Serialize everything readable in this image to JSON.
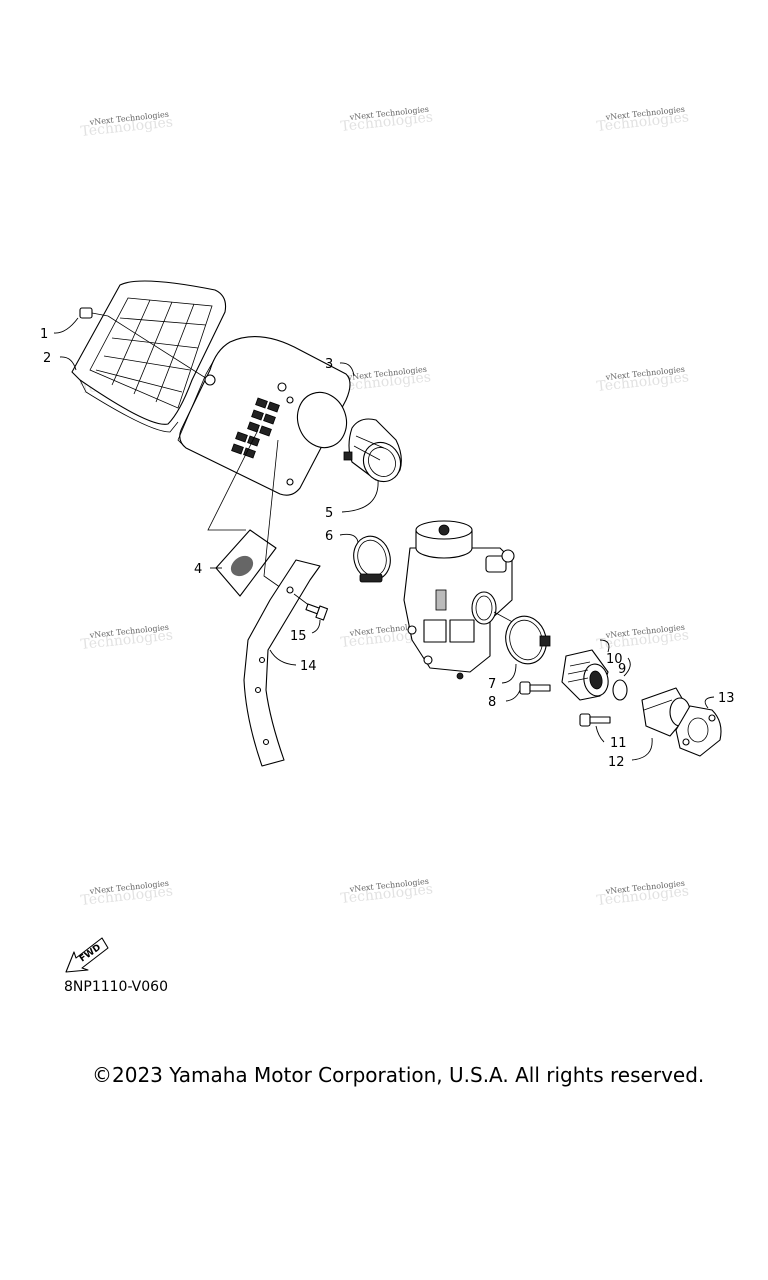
{
  "diagram": {
    "code": "8NP1110-V060",
    "fwd_label": "FWD",
    "copyright": "©2023 Yamaha Motor Corporation, U.S.A. All rights reserved.",
    "watermark": "vNext Technologies",
    "callouts": {
      "c1": "1",
      "c2": "2",
      "c3": "3",
      "c4": "4",
      "c5": "5",
      "c6": "6",
      "c7": "7",
      "c8": "8",
      "c9": "9",
      "c10": "10",
      "c11": "11",
      "c12": "12",
      "c13": "13",
      "c14": "14",
      "c15": "15"
    }
  }
}
